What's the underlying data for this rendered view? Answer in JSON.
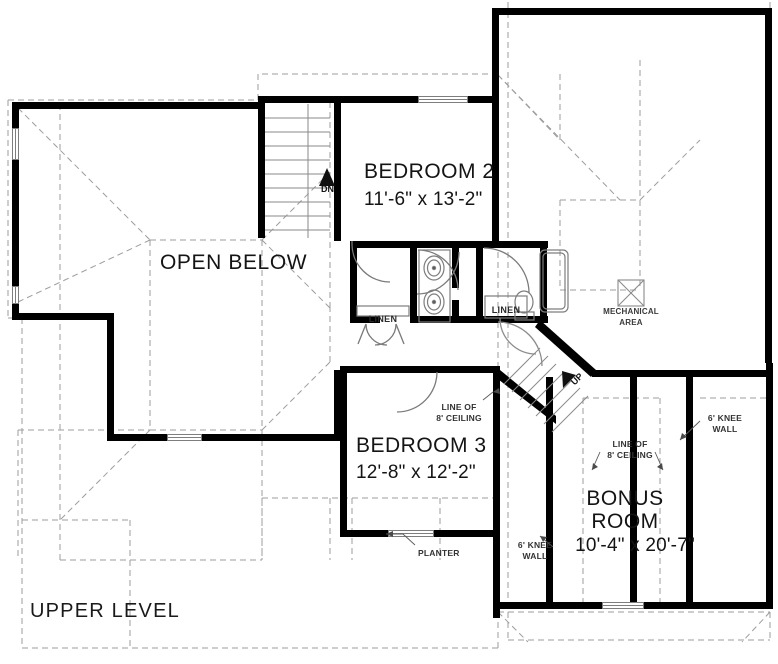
{
  "plan": {
    "title": "UPPER LEVEL",
    "open_area_label": "OPEN BELOW",
    "rooms": [
      {
        "key": "bedroom2",
        "name": "BEDROOM 2",
        "dimensions": "11'-6\" x 13'-2\""
      },
      {
        "key": "bedroom3",
        "name": "BEDROOM 3",
        "dimensions": "12'-8\" x 12'-2\""
      },
      {
        "key": "bonus",
        "name_line1": "BONUS",
        "name_line2": "ROOM",
        "dimensions": "10'-4\" x 20'-7\""
      }
    ],
    "closets": [
      {
        "key": "linen-left",
        "label": "LINEN"
      },
      {
        "key": "linen-right",
        "label": "LINEN"
      }
    ],
    "annotations": [
      {
        "key": "mechanical-area",
        "line1": "MECHANICAL",
        "line2": "AREA"
      },
      {
        "key": "ceiling-note-left",
        "line1": "LINE OF",
        "line2": "8' CEILING"
      },
      {
        "key": "ceiling-note-right",
        "line1": "LINE OF",
        "line2": "8' CEILING"
      },
      {
        "key": "knee-wall-right",
        "line1": "6' KNEE",
        "line2": "WALL"
      },
      {
        "key": "knee-wall-center",
        "line1": "6' KNEE",
        "line2": "WALL"
      },
      {
        "key": "planter",
        "label": "PLANTER"
      }
    ],
    "stairs": [
      {
        "key": "main-stair",
        "direction": "DN"
      },
      {
        "key": "bonus-stair",
        "direction": "UP"
      }
    ],
    "colors": {
      "wall": "#000000",
      "thin_line": "#6e6e6e",
      "dashed_line": "#9a9a9a",
      "background": "#ffffff",
      "text": "#141414"
    }
  }
}
